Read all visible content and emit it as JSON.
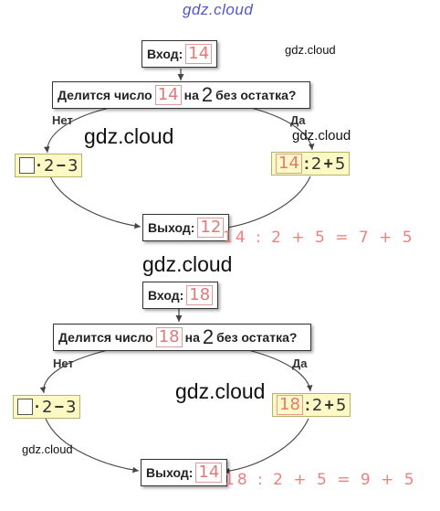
{
  "watermarks": {
    "top": "gdz.cloud",
    "w1": "gdz.cloud",
    "w2": "gdz.cloud",
    "w3": "gdz.cloud",
    "w4": "gdz.cloud",
    "w5": "gdz.cloud",
    "w6": "gdz.cloud"
  },
  "diagrams": [
    {
      "input_label": "Вход:",
      "input_value": "14",
      "question_prefix": "Делится число",
      "question_number": "14",
      "question_mid": "на",
      "question_divisor": "2",
      "question_suffix": "без остатка?",
      "no_label": "Нет",
      "yes_label": "Да",
      "left_op1": "·",
      "left_n1": "2",
      "left_op2": "−",
      "left_n2": "3",
      "right_value": "14",
      "right_op1": ":",
      "right_n1": "2",
      "right_op2": "+",
      "right_n2": "5",
      "output_label": "Выход:",
      "output_value": "12",
      "equation": "14 : 2 + 5 = 7 + 5"
    },
    {
      "input_label": "Вход:",
      "input_value": "18",
      "question_prefix": "Делится число",
      "question_number": "18",
      "question_mid": "на",
      "question_divisor": "2",
      "question_suffix": "без остатка?",
      "no_label": "Нет",
      "yes_label": "Да",
      "left_op1": "·",
      "left_n1": "2",
      "left_op2": "−",
      "left_n2": "3",
      "right_value": "18",
      "right_op1": ":",
      "right_n1": "2",
      "right_op2": "+",
      "right_n2": "5",
      "output_label": "Выход:",
      "output_value": "14",
      "equation": "18 : 2 + 5 = 9 + 5"
    }
  ]
}
